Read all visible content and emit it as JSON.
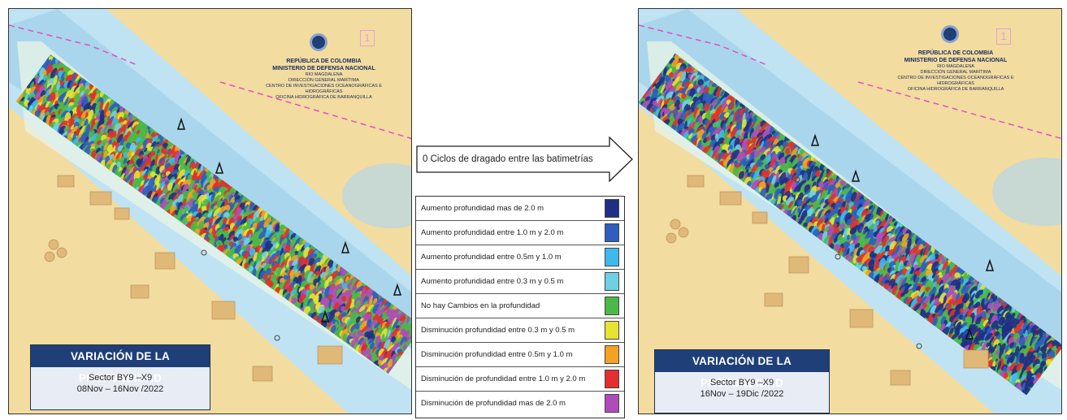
{
  "header": {
    "country": "REPÚBLICA DE COLOMBIA",
    "ministry": "MINISTERIO DE DEFENSA NACIONAL",
    "river": "RIO MAGDALENA",
    "directorate": "DIRECCIÓN GENERAL MARÍTIMA",
    "center": "CENTRO DE INVESTIGACIONES OCEANOGRÁFICAS E HIDROGRÁFICAS",
    "office": "OFICINA HIDROGRÁFICA DE BARRANQUILLA"
  },
  "left_map": {
    "title": "VARIACIÓN DE LA PROFUNDIDAD",
    "sector": "Sector BY9 –X9",
    "period": "08Nov – 16Nov /2022"
  },
  "right_map": {
    "title": "VARIACIÓN DE LA PROFUNDIDAD",
    "sector": "Sector BY9 –X9",
    "period": "16Nov – 19Dic /2022"
  },
  "arrow": {
    "label": "0 Ciclos de dragado entre las batimetrías"
  },
  "legend": {
    "items": [
      {
        "label": "Aumento profundidad mas de 2.0 m",
        "color": "#1f2f86"
      },
      {
        "label": "Aumento profundidad entre 1.0 m y 2.0 m",
        "color": "#2f5dc0"
      },
      {
        "label": "Aumento profundidad entre 0.5m y 1.0 m",
        "color": "#3fb8ee"
      },
      {
        "label": "Aumento profundidad entre 0.3 m y 0.5 m",
        "color": "#6fd0e4"
      },
      {
        "label": "No hay Cambios en la profundidad",
        "color": "#4cb848"
      },
      {
        "label": "Disminución profundidad entre 0.3 m y 0.5 m",
        "color": "#e6e332"
      },
      {
        "label": "Disminución profundidad entre 0.5m y 1.0 m",
        "color": "#f2a224"
      },
      {
        "label": "Disminución de profundidad entre 1.0 m y 2.0 m",
        "color": "#e52e2e"
      },
      {
        "label": "Disminución de profundidad mas de 2.0 m",
        "color": "#b04cb8"
      }
    ]
  },
  "colors": {
    "land": "#f2dca0",
    "river": "#bfe3f2",
    "channel": "#e6f3e6",
    "title_bar": "#1e3f78",
    "boundary": "#e34fc6"
  }
}
